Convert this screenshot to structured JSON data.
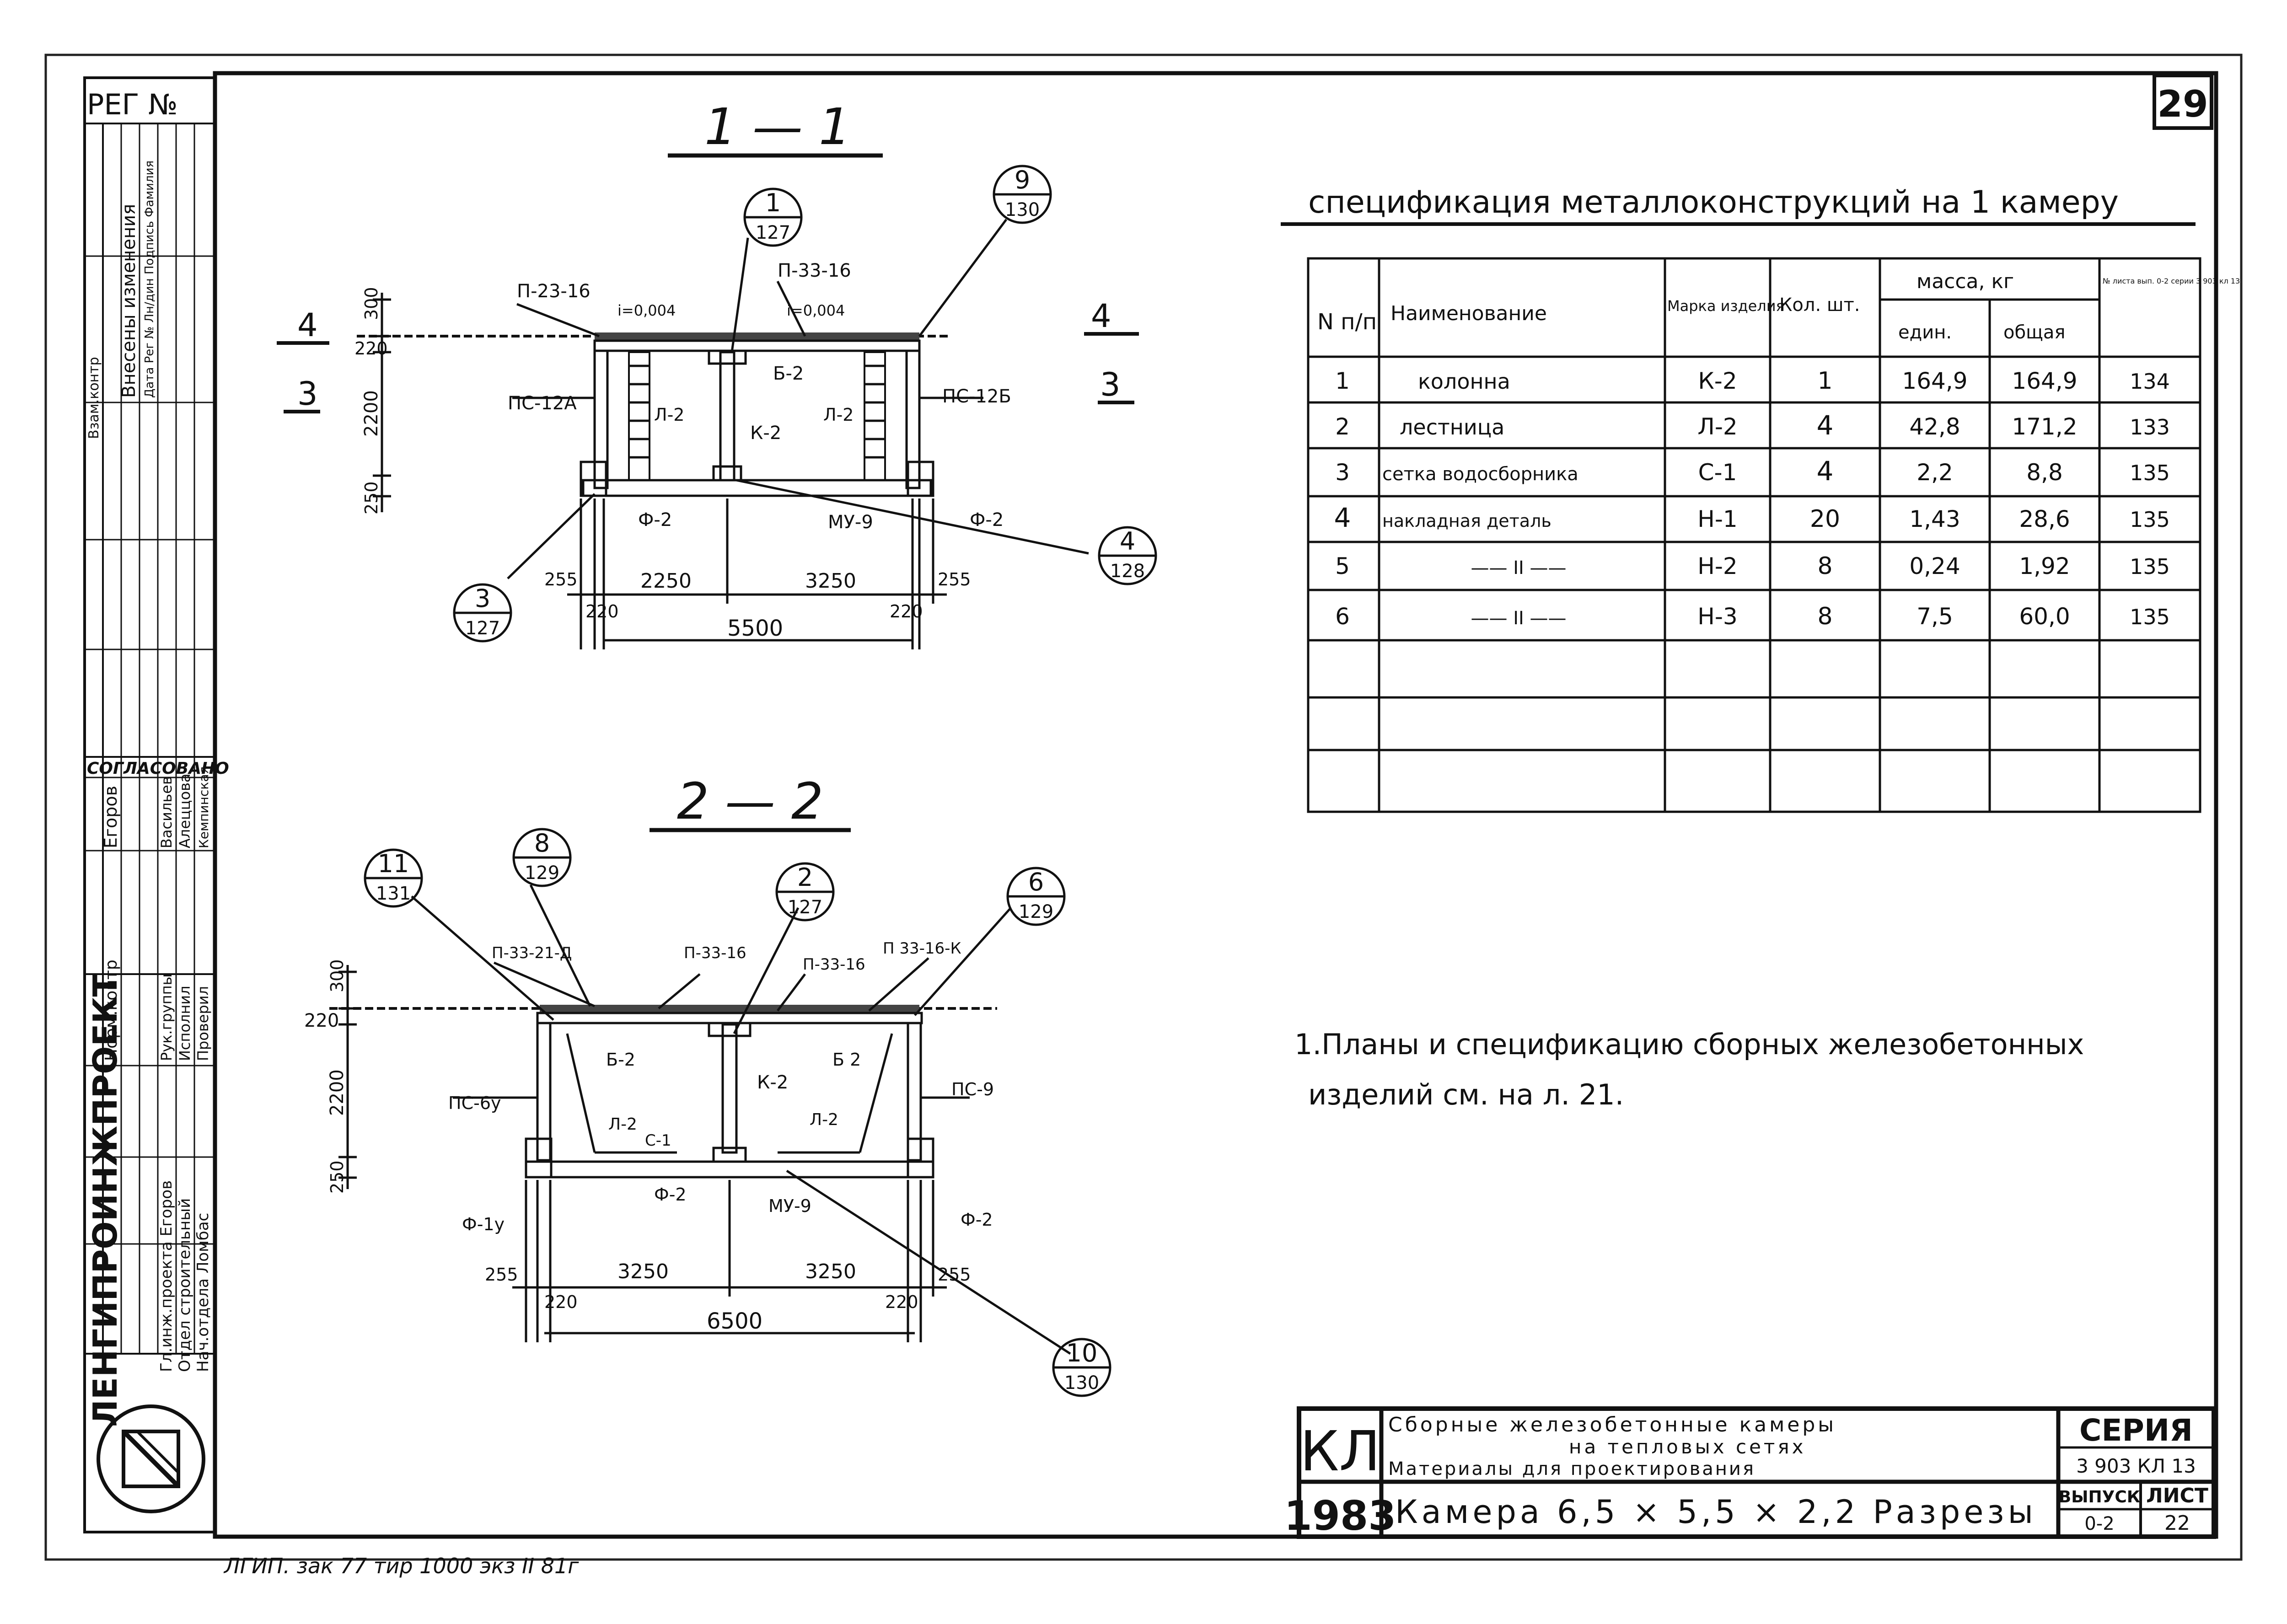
{
  "sheet": {
    "page_number": "29",
    "reg_label": "РЕГ №",
    "bottom_note": "ЛГИП. зак 77 тир 1000 экз II 81г"
  },
  "left_stamp": {
    "org": "ЛЕНГИПРОИНЖПРОЕКТ",
    "changes": [
      "Внесены изменения",
      "Дата Рег № Лн/дин Подпись Фамилия",
      "Взам.контр"
    ],
    "agreed": "СОГЛАСОВАНО",
    "names": [
      "Егоров",
      "Васильев",
      "Алеццова",
      "Кемпинская"
    ],
    "roles": [
      "Норм.контр",
      "Рук.группы",
      "Исполнил",
      "Проверил"
    ],
    "chief_rows": [
      "Гл.инж.проекта Егоров",
      "Отдел строительный",
      "Нач.отдела Ломбас"
    ]
  },
  "section1": {
    "title": "1 — 1",
    "dims": [
      "300",
      "220",
      "2200",
      "250",
      "255",
      "2250",
      "3250",
      "255",
      "220",
      "220",
      "5500"
    ],
    "labels": [
      "П-23-16",
      "П-33-16",
      "i=0,004",
      "i=0,004",
      "ПС-12А",
      "ПС-12Б",
      "Б-2",
      "Л-2",
      "К-2",
      "Л-2",
      "Ф-2",
      "Ф-2",
      "МУ-9"
    ],
    "callouts": [
      {
        "top": "1",
        "bottom": "127"
      },
      {
        "top": "9",
        "bottom": "130"
      },
      {
        "top": "3",
        "bottom": "127"
      },
      {
        "top": "4",
        "bottom": "128"
      }
    ],
    "cut_marks": [
      "4",
      "3",
      "4",
      "3"
    ]
  },
  "section2": {
    "title": "2 — 2",
    "dims": [
      "300",
      "220",
      "2200",
      "250",
      "255",
      "3250",
      "3250",
      "255",
      "220",
      "220",
      "6500"
    ],
    "labels": [
      "П-33-21-Д",
      "П-33-16",
      "П-33-16",
      "П 33-16-К",
      "Б-2",
      "Б 2",
      "ПС-6у",
      "ПС-9",
      "К-2",
      "Л-2",
      "Л-2",
      "С-1",
      "Ф-2",
      "МУ-9",
      "Ф-1у",
      "Ф-2"
    ],
    "callouts": [
      {
        "top": "11",
        "bottom": "131"
      },
      {
        "top": "8",
        "bottom": "129"
      },
      {
        "top": "2",
        "bottom": "127"
      },
      {
        "top": "6",
        "bottom": "129"
      },
      {
        "top": "10",
        "bottom": "130"
      }
    ]
  },
  "spec": {
    "title": "спецификация металлоконструкций на 1 камеру",
    "headers": {
      "num": "N п/п",
      "name": "Наименование",
      "mark": "Марка изделия",
      "qty": "Кол. шт.",
      "mass": "масса, кг",
      "unit": "един.",
      "total": "общая",
      "sheet": "№ листа вып. 0-2 серии 3 903 кл 13"
    },
    "rows": [
      {
        "n": "1",
        "name": "колонна",
        "mark": "К-2",
        "qty": "1",
        "unit": "164,9",
        "total": "164,9",
        "sheet": "134"
      },
      {
        "n": "2",
        "name": "лестница",
        "mark": "Л-2",
        "qty": "4",
        "unit": "42,8",
        "total": "171,2",
        "sheet": "133"
      },
      {
        "n": "3",
        "name": "сетка водосборника",
        "mark": "С-1",
        "qty": "4",
        "unit": "2,2",
        "total": "8,8",
        "sheet": "135"
      },
      {
        "n": "4",
        "name": "накладная деталь",
        "mark": "Н-1",
        "qty": "20",
        "unit": "1,43",
        "total": "28,6",
        "sheet": "135"
      },
      {
        "n": "5",
        "name": "—— II ——",
        "mark": "Н-2",
        "qty": "8",
        "unit": "0,24",
        "total": "1,92",
        "sheet": "135"
      },
      {
        "n": "6",
        "name": "—— II ——",
        "mark": "Н-3",
        "qty": "8",
        "unit": "7,5",
        "total": "60,0",
        "sheet": "135"
      }
    ]
  },
  "note": {
    "line1": "1.Планы и спецификацию сборных железобетонных",
    "line2": "изделий см. на л. 21."
  },
  "title_block": {
    "code": "КЛ",
    "year": "1983",
    "desc1": "Сборные железобетонные камеры",
    "desc2": "на тепловых сетях",
    "desc3": "Материалы для проектирования",
    "sheet_title": "Камера 6,5 × 5,5 × 2,2 Разрезы",
    "series_label": "СЕРИЯ",
    "series_value": "3 903 КЛ 13",
    "issue_label": "ВЫПУСК",
    "issue_value": "0-2",
    "sheet_label": "ЛИСТ",
    "sheet_value": "22"
  }
}
